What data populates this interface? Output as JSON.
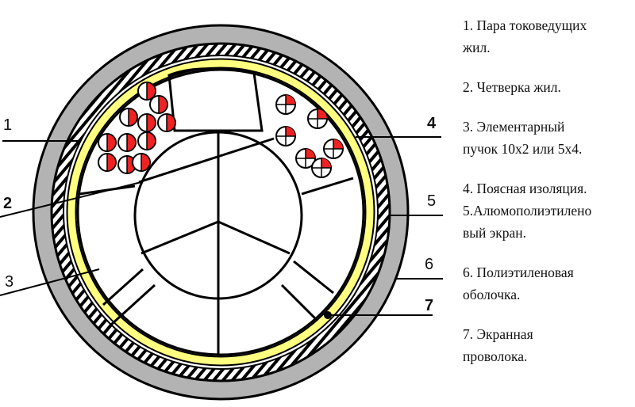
{
  "title": "Cable cross-section",
  "callouts": [
    "1",
    "2",
    "3",
    "4",
    "5",
    "6",
    "7"
  ],
  "legend": [
    {
      "line1": "1. Пара токоведущих",
      "line2": "жил."
    },
    {
      "line1": "2. Четверка жил."
    },
    {
      "line1": "3. Элементарный",
      "line2": "пучок 10х2 или 5х4."
    },
    {
      "line1": "4. Поясная изоляция.",
      "line2": "5.Алюмополиэтилено",
      "line3": "вый экран."
    },
    {
      "line1": "6. Полиэтиленовая",
      "line2": "оболочка."
    },
    {
      "line1": "7. Экранная",
      "line2": "проволока."
    }
  ],
  "colors": {
    "sheath": "#b3b3b3",
    "screen": "#ffff80",
    "conductor": "#ee2222",
    "outline": "#000000"
  }
}
